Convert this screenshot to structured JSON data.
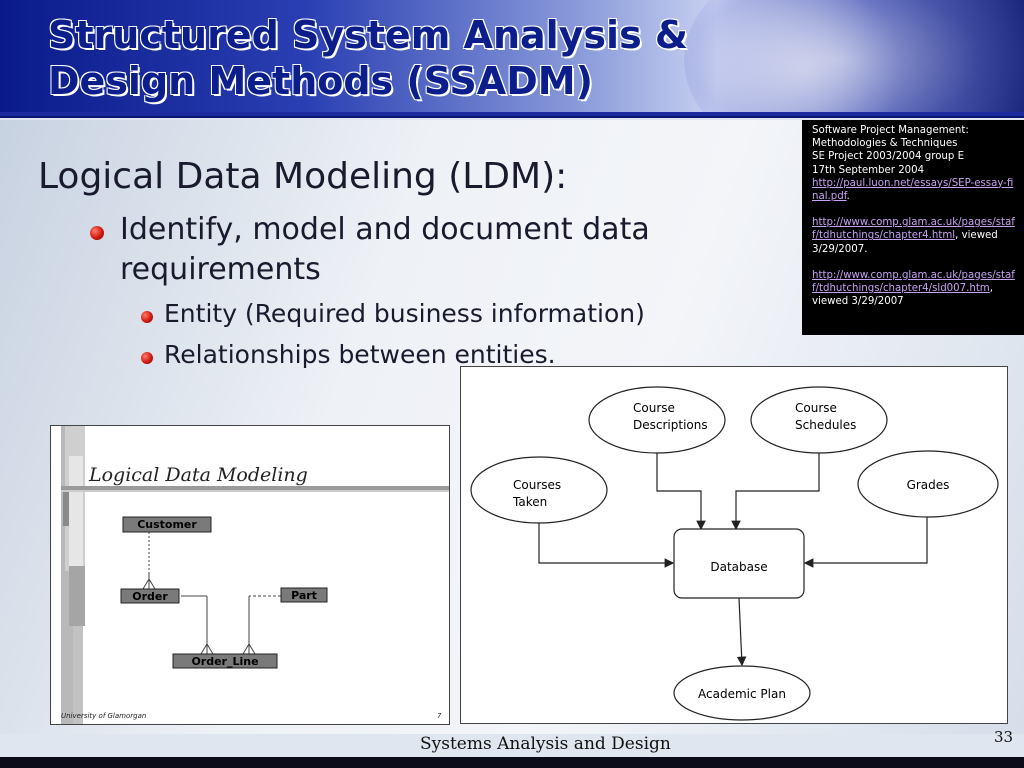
{
  "slide": {
    "title_line1": "Structured System Analysis &",
    "title_line2": "Design Methods (SSADM)",
    "heading": "Logical Data Modeling (LDM):",
    "bullet1": "Identify, model and document data requirements",
    "sub_bullets": [
      "Entity (Required business information)",
      "Relationships between entities."
    ],
    "footer": "Systems Analysis and Design",
    "page_number": "33"
  },
  "references": {
    "line1": "Software Project Management:",
    "line2": "Methodologies & Techniques",
    "line3": "SE Project 2003/2004 group E",
    "line4": "17th September 2004",
    "link1": "http://paul.luon.net/essays/SEP-essay-final.pdf",
    "link1_suffix": ".",
    "link2": "http://www.comp.glam.ac.uk/pages/staff/tdhutchings/chapter4.html",
    "link2_suffix": ", viewed 3/29/2007.",
    "link3": "http://www.comp.glam.ac.uk/pages/staff/tdhutchings/chapter4/sld007.htm",
    "link3_suffix": ", viewed 3/29/2007"
  },
  "ldm_image": {
    "title": "Logical Data Modeling",
    "entities": [
      "Customer",
      "Order",
      "Part",
      "Order_Line"
    ],
    "footer_left": "University of Glamorgan",
    "footer_right": "7"
  },
  "diagram": {
    "course_descriptions": [
      "Course",
      "Descriptions"
    ],
    "course_schedules": [
      "Course",
      "Schedules"
    ],
    "courses_taken": [
      "Courses",
      "Taken"
    ],
    "grades": "Grades",
    "database": "Database",
    "academic_plan": "Academic Plan"
  },
  "colors": {
    "title": "#0c1e8c",
    "header_rule": "#1c2aa0",
    "bullet_dot": "#d01a10",
    "ref_link": "#c7a2f2"
  }
}
